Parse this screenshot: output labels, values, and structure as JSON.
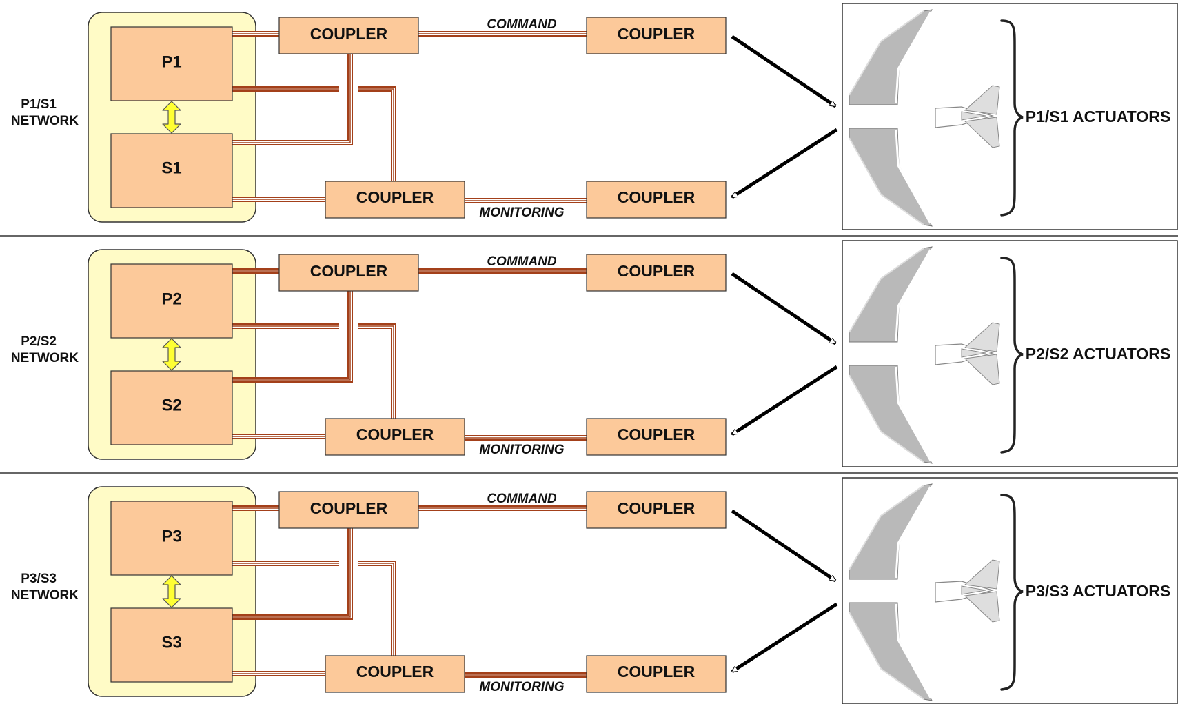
{
  "colors": {
    "network_bg": "#fffbc6",
    "box_fill": "#fcc99a",
    "bus_color": "#a3401a",
    "arrow_yellow": "#ffff33",
    "wing_fill": "#b9b9b9",
    "wing_light": "#dedede"
  },
  "icons": {
    "link": "double-arrow-icon",
    "aircraft": "aircraft-planform-icon",
    "brace": "curly-brace-icon"
  },
  "bands": [
    {
      "network_label_1": "P1/S1",
      "network_label_2": "NETWORK",
      "primary": "P1",
      "secondary": "S1",
      "coupler": "COUPLER",
      "command": "COMMAND",
      "monitoring": "MONITORING",
      "actuators": "P1/S1 ACTUATORS"
    },
    {
      "network_label_1": "P2/S2",
      "network_label_2": "NETWORK",
      "primary": "P2",
      "secondary": "S2",
      "coupler": "COUPLER",
      "command": "COMMAND",
      "monitoring": "MONITORING",
      "actuators": "P2/S2 ACTUATORS"
    },
    {
      "network_label_1": "P3/S3",
      "network_label_2": "NETWORK",
      "primary": "P3",
      "secondary": "S3",
      "coupler": "COUPLER",
      "command": "COMMAND",
      "monitoring": "MONITORING",
      "actuators": "P3/S3 ACTUATORS"
    }
  ]
}
